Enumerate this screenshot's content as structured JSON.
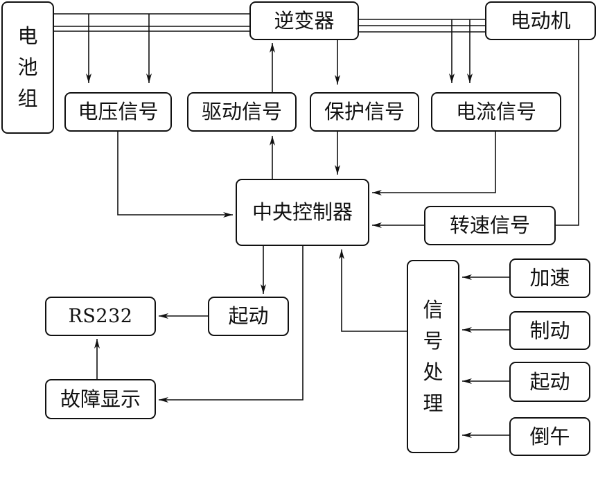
{
  "colors": {
    "line": "#111111",
    "background": "#ffffff"
  },
  "diagram": {
    "battery": "电池组",
    "inverter": "逆变器",
    "motor": "电动机",
    "voltage_signal": "电压信号",
    "drive_signal": "驱动信号",
    "protection_signal": "保护信号",
    "current_signal": "电流信号",
    "central_controller": "中央控制器",
    "speed_signal": "转速信号",
    "start_output": "起动",
    "rs232": "RS232",
    "fault_display": "故障显示",
    "signal_processing": "信号处理",
    "inputs": {
      "accelerate": "加速",
      "brake": "制动",
      "start": "起动",
      "reverse": "倒午"
    }
  }
}
